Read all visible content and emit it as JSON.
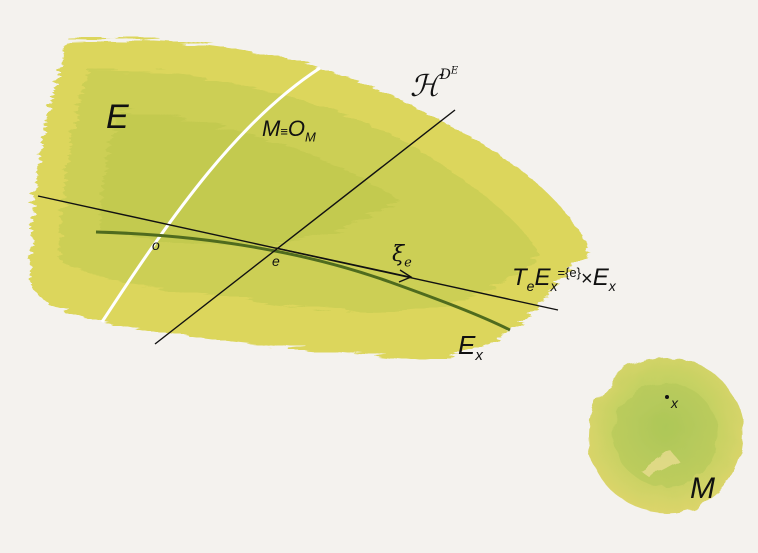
{
  "labels": {
    "E": "E",
    "M_eq": "M",
    "equiv": "≡",
    "O": "O",
    "O_sub": "M",
    "H": "ℋ",
    "H_sup": "D",
    "H_supsup": "E",
    "o": "o",
    "e": "e",
    "xi": "ξ",
    "xi_sub": "e",
    "T": "T",
    "T_sub": "e",
    "T_E": "E",
    "T_E_sub": "x",
    "T_eq": "=",
    "T_set": "{e}",
    "T_times": "×",
    "T_E2": "E",
    "T_E2_sub": "x",
    "Ex": "E",
    "Ex_sub": "x",
    "x_point": "x",
    "M_disc": "M"
  },
  "colors": {
    "paper": "#f4f2ee",
    "paint_yellow": "#d9d65a",
    "paint_green": "#a9bd4a",
    "fiber_curve": "#4f6b1e",
    "white_curve": "#ffffff",
    "ink": "#111111"
  }
}
